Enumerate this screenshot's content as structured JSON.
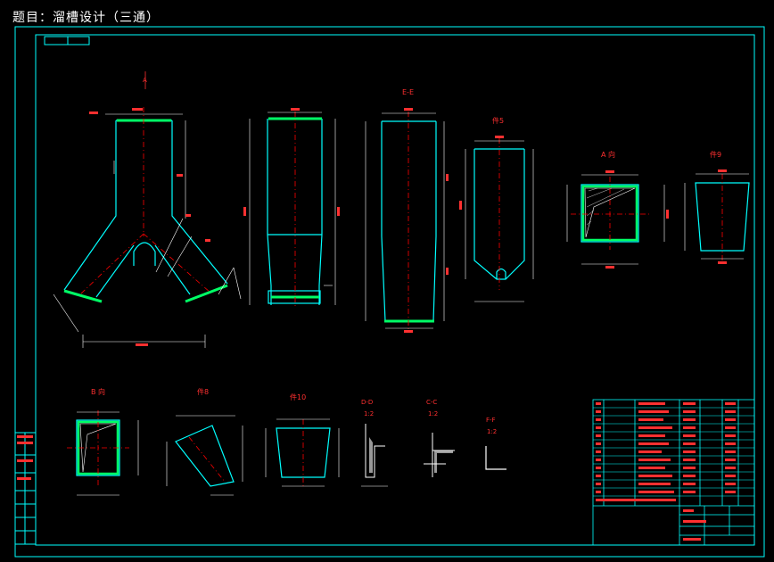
{
  "page_title": "题目：溜槽设计（三通）",
  "views": {
    "main_label": "A",
    "ee": "E-E",
    "part5": "件5",
    "a_view": "A 向",
    "part9": "件9",
    "b_view": "B 向",
    "part8": "件8",
    "part10": "件10",
    "dd": "D-D",
    "cc": "C-C",
    "ff": "F-F",
    "scale": "1:2"
  },
  "colors": {
    "outline": "#00ffff",
    "center": "#ff0000",
    "dim": "#ffffff",
    "weld": "#00ff66",
    "frame": "#00ffff",
    "label": "#ff3030"
  }
}
